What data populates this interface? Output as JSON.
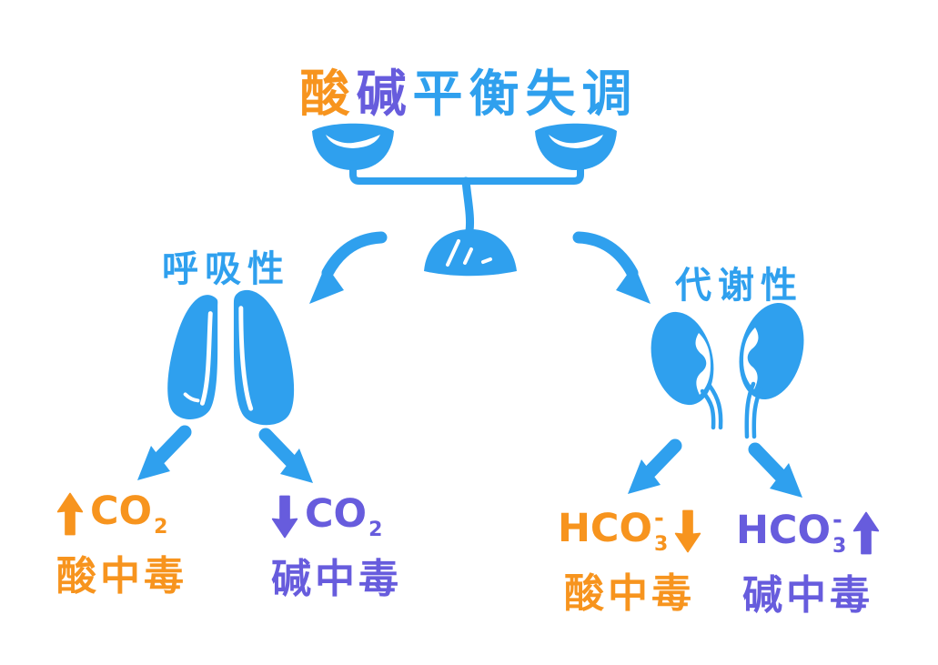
{
  "title": {
    "acid": "酸",
    "base": "碱",
    "rest": "平衡失调"
  },
  "colors": {
    "blue": "#2FA0EE",
    "orange": "#F7941E",
    "purple": "#675CDD"
  },
  "scale_icon": "balance-scale",
  "branches": {
    "left": {
      "label": "呼吸性",
      "organ_icon": "lungs"
    },
    "right": {
      "label": "代谢性",
      "organ_icon": "kidneys"
    }
  },
  "outcomes": [
    {
      "arrow_icon": "up-arrow",
      "molecule": "CO",
      "subscript": "2",
      "superscript": "",
      "result": "酸中毒",
      "color": "orange"
    },
    {
      "arrow_icon": "down-arrow",
      "molecule": "CO",
      "subscript": "2",
      "superscript": "",
      "result": "碱中毒",
      "color": "purple"
    },
    {
      "arrow_icon": "down-arrow",
      "molecule": "HCO",
      "subscript": "3",
      "superscript": "-",
      "result": "酸中毒",
      "color": "orange"
    },
    {
      "arrow_icon": "up-arrow",
      "molecule": "HCO",
      "subscript": "3",
      "superscript": "-",
      "result": "碱中毒",
      "color": "purple"
    }
  ]
}
